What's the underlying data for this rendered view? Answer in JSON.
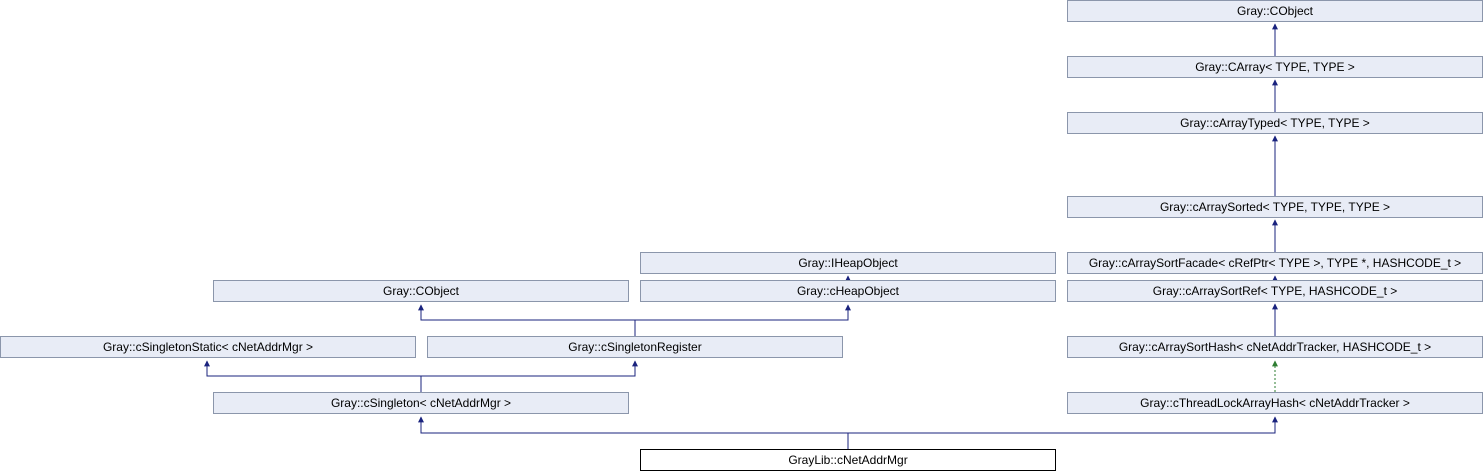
{
  "diagram": {
    "nodes": {
      "right_cobject": "Gray::CObject",
      "carray": "Gray::CArray< TYPE, TYPE >",
      "carray_typed": "Gray::cArrayTyped< TYPE, TYPE >",
      "carray_sorted": "Gray::cArraySorted< TYPE, TYPE, TYPE >",
      "carray_sort_facade": "Gray::cArraySortFacade< cRefPtr< TYPE >, TYPE *, HASHCODE_t >",
      "carray_sort_ref": "Gray::cArraySortRef< TYPE, HASHCODE_t >",
      "carray_sort_hash": "Gray::cArraySortHash< cNetAddrTracker, HASHCODE_t >",
      "cthread_lock_array_hash": "Gray::cThreadLockArrayHash< cNetAddrTracker >",
      "iheap_object": "Gray::IHeapObject",
      "left_cobject": "Gray::CObject",
      "cheap_object": "Gray::cHeapObject",
      "csingleton_static": "Gray::cSingletonStatic< cNetAddrMgr >",
      "csingleton_register": "Gray::cSingletonRegister",
      "csingleton": "Gray::cSingleton< cNetAddrMgr >",
      "cnetaddrmgr": "GrayLib::cNetAddrMgr"
    },
    "colors": {
      "node_fill": "#e8ecf6",
      "node_border": "#8b96ab",
      "edge": "#1a237e",
      "template_edge": "#2e7d32"
    }
  }
}
